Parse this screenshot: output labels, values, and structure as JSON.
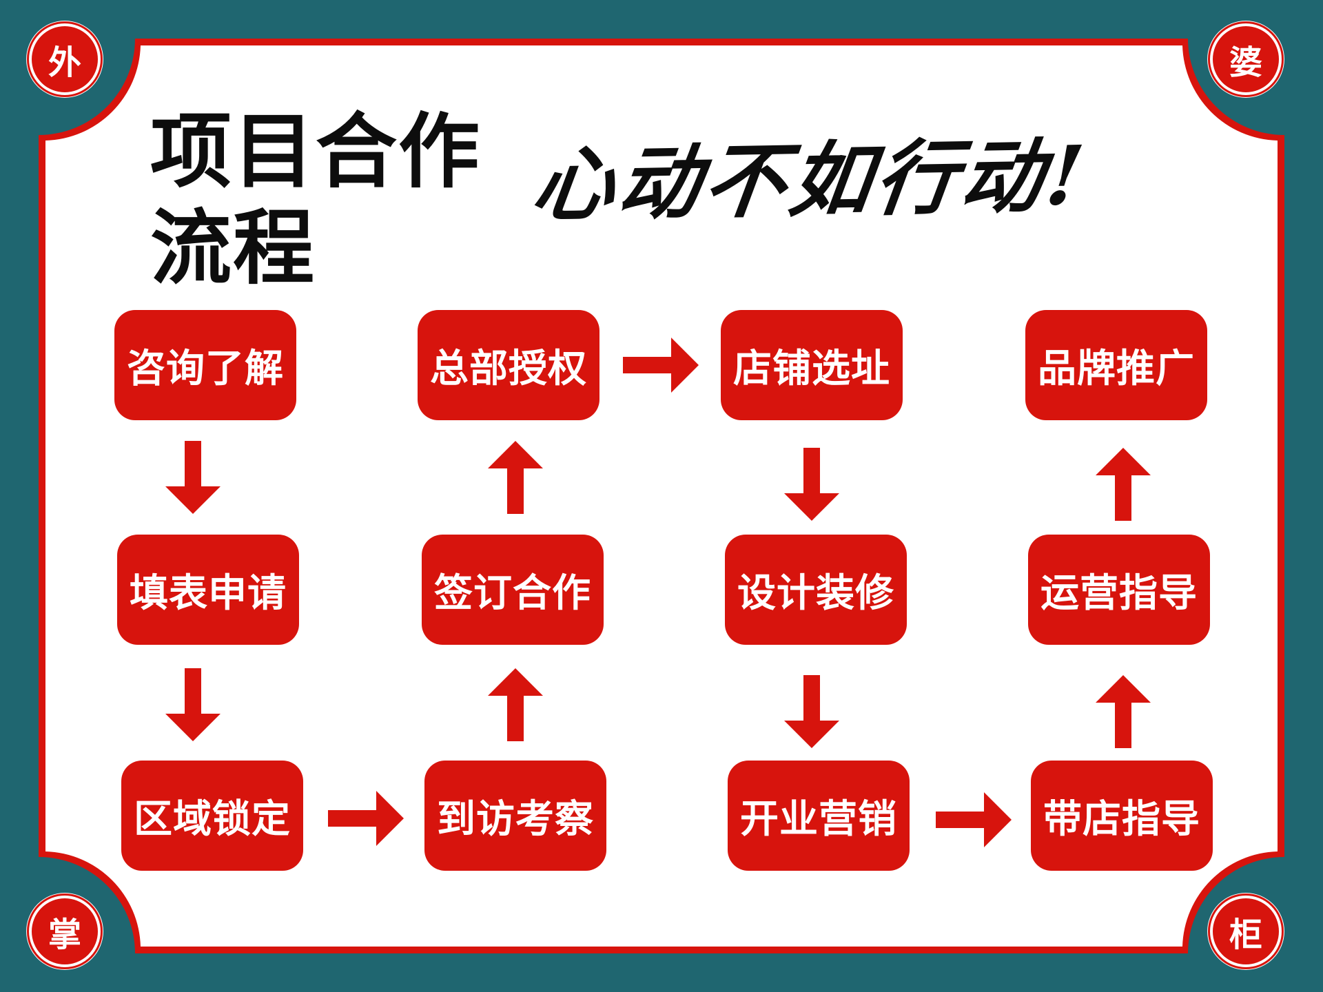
{
  "title_lines": [
    "项目合作",
    "流程"
  ],
  "slogan": "心动不如行动!",
  "seals": {
    "top_left": "外",
    "top_right": "婆",
    "bottom_left": "掌",
    "bottom_right": "柜"
  },
  "steps": {
    "s1": "咨询了解",
    "s2": "填表申请",
    "s3": "区域锁定",
    "s4": "到访考察",
    "s5": "签订合作",
    "s6": "总部授权",
    "s7": "店铺选址",
    "s8": "设计装修",
    "s9": "开业营销",
    "s10": "带店指导",
    "s11": "运营指导",
    "s12": "品牌推广"
  },
  "colors": {
    "frame": "#1f6670",
    "accent_red": "#d7140d",
    "panel": "#ffffff",
    "text": "#0d0d0d"
  }
}
